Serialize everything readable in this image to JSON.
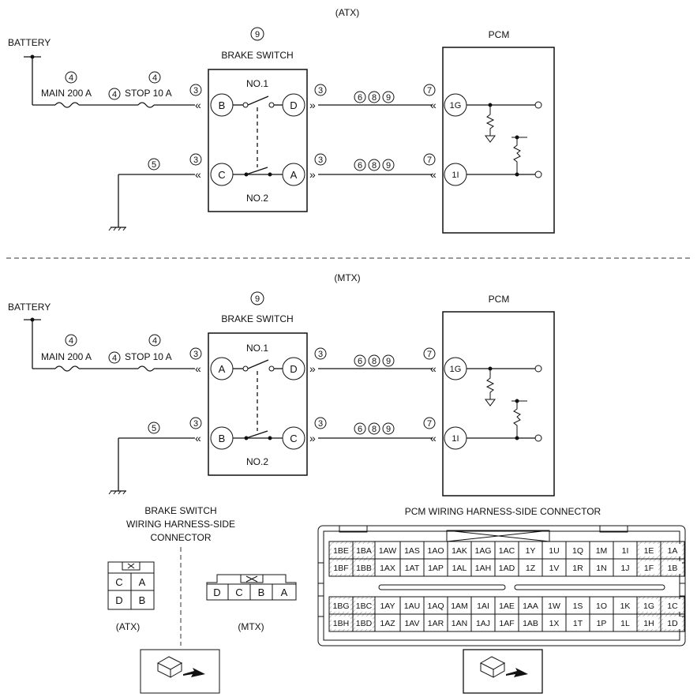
{
  "atx": {
    "title": "(ATX)",
    "battery": "BATTERY",
    "main_fuse": "MAIN 200 A",
    "stop_fuse": "STOP 10 A",
    "switch_title": "BRAKE SWITCH",
    "switch_ref": "9",
    "no1": "NO.1",
    "no2": "NO.2",
    "pcm": "PCM",
    "term_top_left": "B",
    "term_top_right": "D",
    "term_bot_left": "C",
    "term_bot_right": "A",
    "pcm_top": "1G",
    "pcm_bot": "1I"
  },
  "mtx": {
    "title": "(MTX)",
    "battery": "BATTERY",
    "main_fuse": "MAIN 200 A",
    "stop_fuse": "STOP 10 A",
    "switch_title": "BRAKE SWITCH",
    "switch_ref": "9",
    "no1": "NO.1",
    "no2": "NO.2",
    "pcm": "PCM",
    "term_top_left": "A",
    "term_top_right": "D",
    "term_bot_left": "B",
    "term_bot_right": "C",
    "pcm_top": "1G",
    "pcm_bot": "1I"
  },
  "refs": {
    "r3": "3",
    "r4": "4",
    "r5": "5",
    "r6": "6",
    "r7": "7",
    "r8": "8",
    "r9": "9"
  },
  "brake_connector": {
    "title_line1": "BRAKE SWITCH",
    "title_line2": "WIRING HARNESS-SIDE",
    "title_line3": "CONNECTOR",
    "atx_cells": [
      "C",
      "A",
      "D",
      "B"
    ],
    "atx_label": "(ATX)",
    "mtx_cells": [
      "D",
      "C",
      "B",
      "A"
    ],
    "mtx_label": "(MTX)"
  },
  "pcm_connector": {
    "title": "PCM WIRING HARNESS-SIDE CONNECTOR",
    "upper": [
      [
        "1BE",
        "1BA",
        "1AW",
        "1AS",
        "1AO",
        "1AK",
        "1AG",
        "1AC",
        "1Y",
        "1U",
        "1Q",
        "1M",
        "1I",
        "1E",
        "1A"
      ],
      [
        "1BF",
        "1BB",
        "1AX",
        "1AT",
        "1AP",
        "1AL",
        "1AH",
        "1AD",
        "1Z",
        "1V",
        "1R",
        "1N",
        "1J",
        "1F",
        "1B"
      ]
    ],
    "lower": [
      [
        "1BG",
        "1BC",
        "1AY",
        "1AU",
        "1AQ",
        "1AM",
        "1AI",
        "1AE",
        "1AA",
        "1W",
        "1S",
        "1O",
        "1K",
        "1G",
        "1C"
      ],
      [
        "1BH",
        "1BD",
        "1AZ",
        "1AV",
        "1AR",
        "1AN",
        "1AJ",
        "1AF",
        "1AB",
        "1X",
        "1T",
        "1P",
        "1L",
        "1H",
        "1D"
      ]
    ]
  }
}
